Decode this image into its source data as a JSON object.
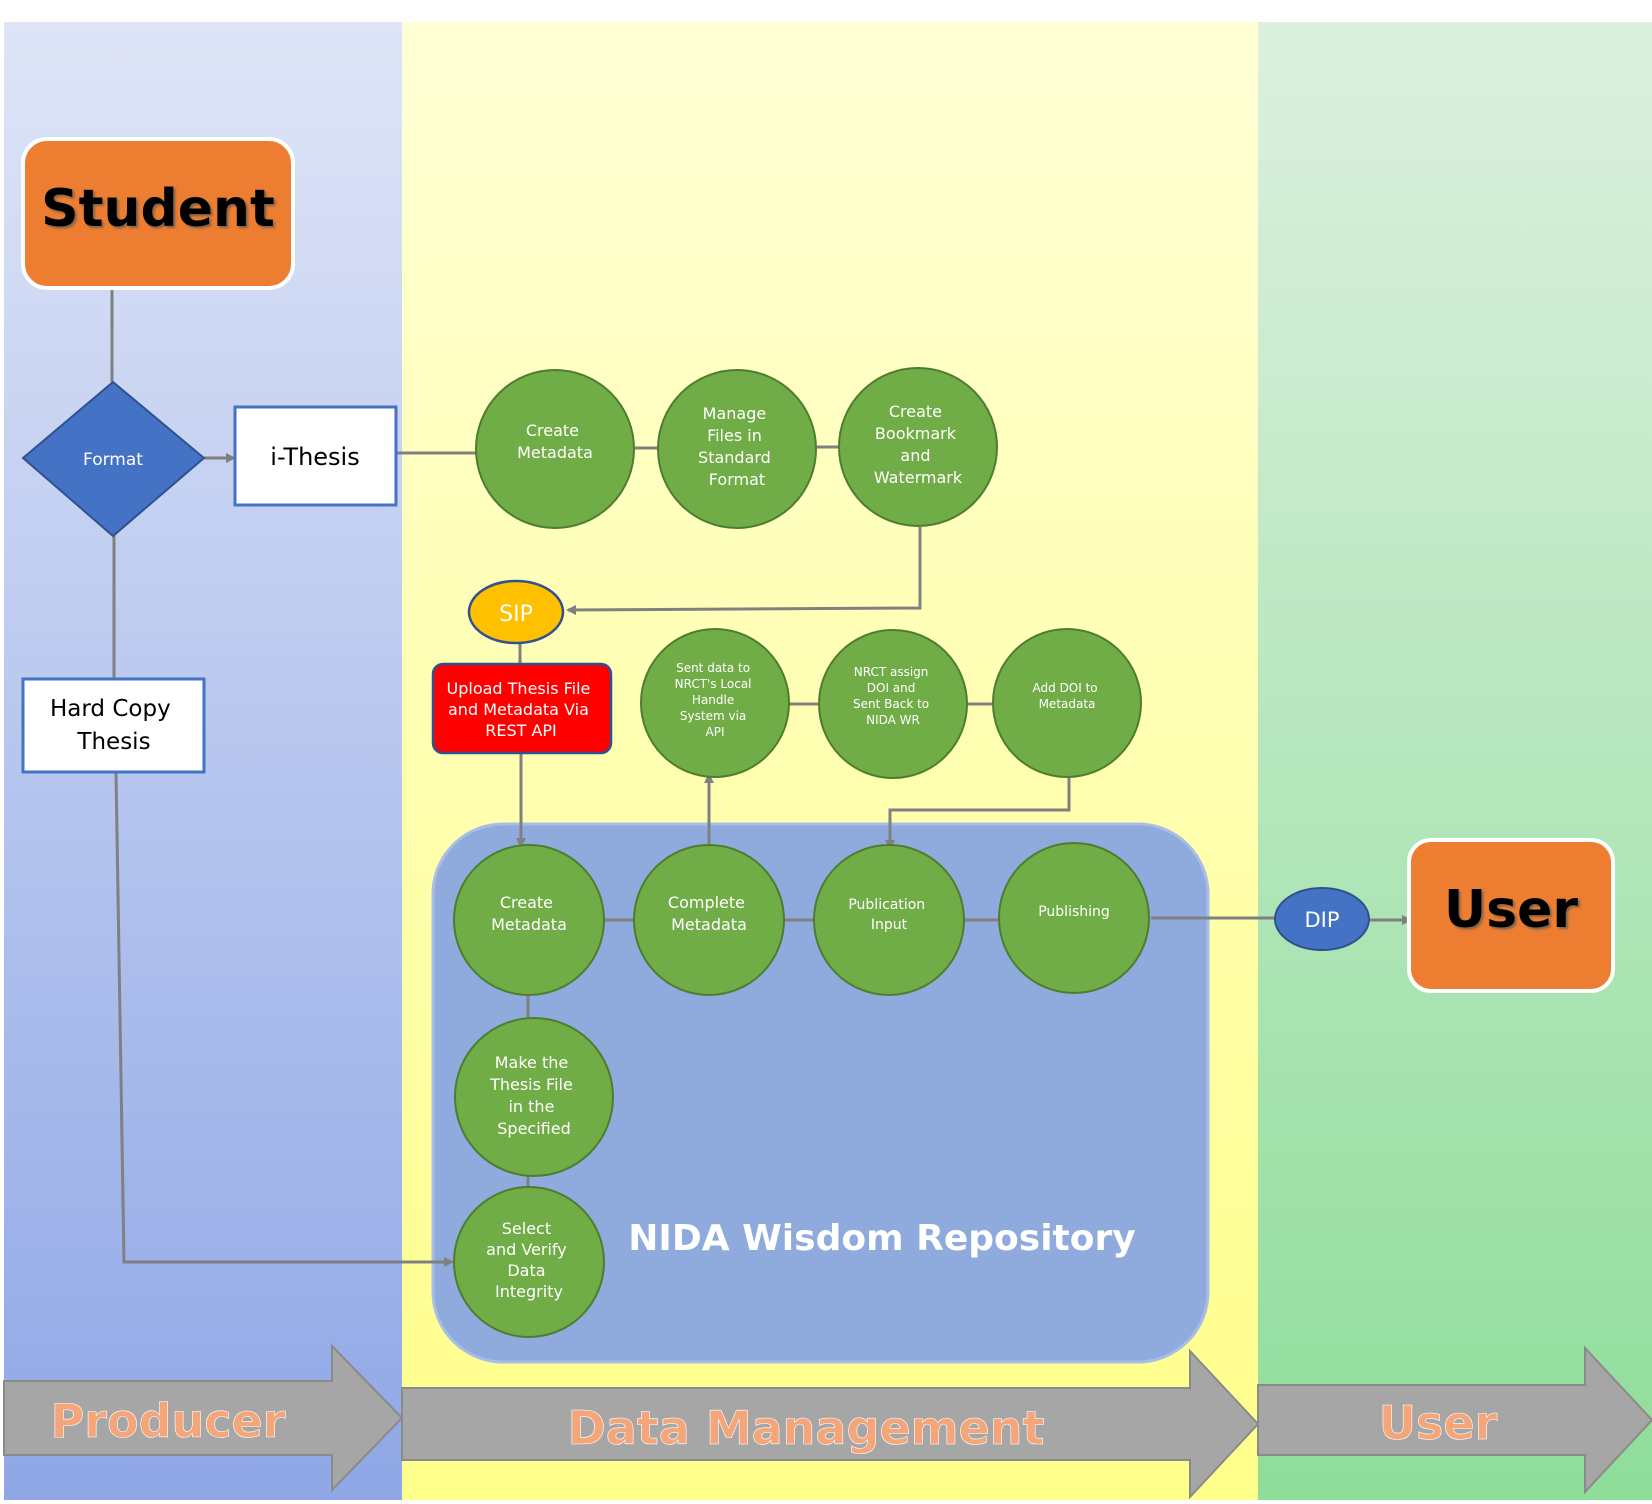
{
  "lanes": {
    "producer": "Producer",
    "data_management": "Data Management",
    "user": "User"
  },
  "actors": {
    "student": "Student",
    "user": "User"
  },
  "decision": {
    "format": "Format"
  },
  "inputs": {
    "i_thesis": "i-Thesis",
    "hard_copy": [
      "Hard Copy",
      "Thesis"
    ]
  },
  "top_row": {
    "create_metadata": [
      "Create",
      "Metadata"
    ],
    "manage_files": [
      "Manage",
      "Files in",
      "Standard",
      "Format"
    ],
    "bookmark_watermark": [
      "Create",
      "Bookmark",
      "and",
      "Watermark"
    ]
  },
  "sip": "SIP",
  "dip": "DIP",
  "upload": [
    "Upload Thesis File",
    "and Metadata Via",
    "REST API"
  ],
  "doi_row": {
    "sent_data": [
      "Sent data to",
      "NRCT's Local",
      "Handle",
      "System via",
      "API"
    ],
    "nrct_assign": [
      "NRCT assign",
      "DOI and",
      "Sent Back to",
      "NIDA WR"
    ],
    "add_doi": [
      "Add DOI to",
      "Metadata"
    ]
  },
  "repository": {
    "title": "NIDA Wisdom Repository",
    "create_metadata": [
      "Create",
      "Metadata"
    ],
    "complete_metadata": [
      "Complete",
      "Metadata"
    ],
    "publication_input": [
      "Publication",
      "Input"
    ],
    "publishing": "Publishing",
    "make_thesis_file": [
      "Make the",
      "Thesis File",
      "in the",
      "Specified"
    ],
    "select_verify": [
      "Select",
      "and Verify",
      "Data",
      "Integrity"
    ]
  },
  "colors": {
    "orange": "#ed7d31",
    "green": "#70ad47",
    "green_border": "#4e7d2f",
    "blue": "#4472c4",
    "sip_yellow": "#ffc000",
    "upload_red": "#ff0000",
    "repo_blue": "#8faadc",
    "arrow_gray": "#a6a6a6",
    "lane_text_orange": "#f4a57a"
  }
}
